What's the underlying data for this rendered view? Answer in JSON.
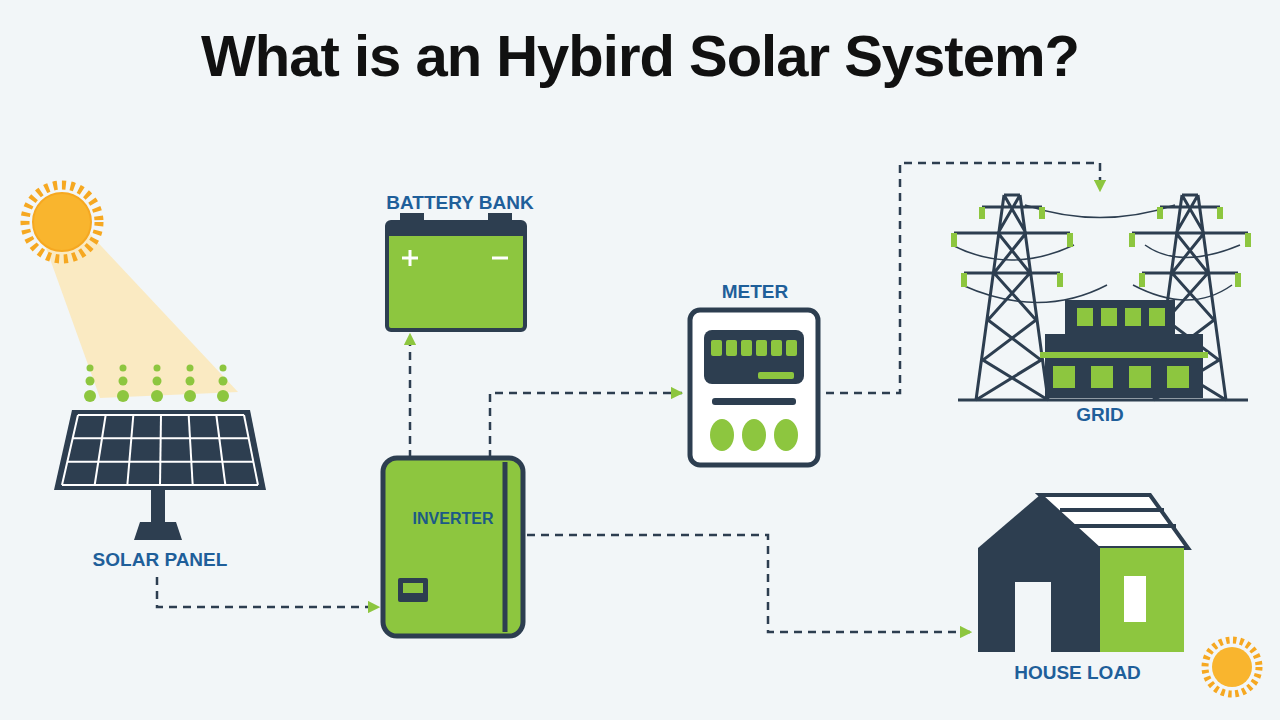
{
  "diagram": {
    "title": "What is an Hybird Solar System?",
    "nodes": [
      {
        "text": [
          "BATTERY BANK"
        ]
      },
      {
        "text": [
          "METER"
        ]
      },
      {
        "text": [
          "GRID"
        ]
      },
      {
        "text": [
          "SOLAR PANEL"
        ]
      },
      {
        "text": [
          "INVERTER"
        ]
      },
      {
        "text": [
          "HOUSE LOAD"
        ]
      }
    ],
    "edges": [
      {
        "from": 3,
        "to": 4,
        "arrow": "to"
      },
      {
        "from": 4,
        "to": 0,
        "arrow": "to"
      },
      {
        "from": 4,
        "to": 1,
        "arrow": "to"
      },
      {
        "from": 1,
        "to": 2,
        "arrow": "to"
      },
      {
        "from": 4,
        "to": 5,
        "arrow": "to"
      }
    ]
  }
}
